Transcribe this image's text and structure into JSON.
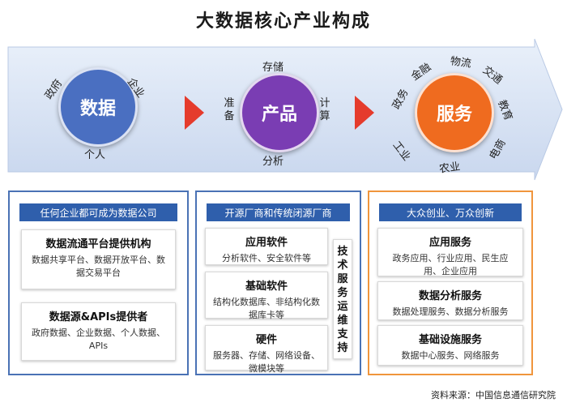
{
  "title": "大数据核心产业构成",
  "stages": [
    {
      "name": "数据",
      "color": "#4a6fc1",
      "top_labels": [
        "政府",
        "企业"
      ],
      "bottom_label": "个人"
    },
    {
      "name": "产品",
      "color": "#7a3db3",
      "top_label": "存储",
      "left_label": "准备",
      "right_label": "计算",
      "bottom_label": "分析"
    },
    {
      "name": "服务",
      "color": "#ef6b1f",
      "ring_labels": [
        "政务",
        "金融",
        "物流",
        "交通",
        "教育",
        "电商",
        "农业",
        "工业"
      ]
    }
  ],
  "panels": [
    {
      "header": "任何企业都可成为数据公司",
      "cards": [
        {
          "title": "数据流通平台提供机构",
          "text": "数据共享平台、数据开放平台、数据交易平台"
        },
        {
          "title": "数据源&APIs提供者",
          "text": "政府数据、企业数据、个人数据、APIs"
        }
      ]
    },
    {
      "header": "开源厂商和传统闭源厂商",
      "cards": [
        {
          "title": "应用软件",
          "text": "分析软件、安全软件等"
        },
        {
          "title": "基础软件",
          "text": "结构化数据库、非结构化数据库卡等"
        },
        {
          "title": "硬件",
          "text": "服务器、存储、网络设备、微模块等"
        }
      ],
      "side_column": "技术服务运维支持"
    },
    {
      "header": "大众创业、万众创新",
      "cards": [
        {
          "title": "应用服务",
          "text": "政务应用、行业应用、民生应用、企业应用"
        },
        {
          "title": "数据分析服务",
          "text": "数据处理服务、数据分析服务"
        },
        {
          "title": "基础设施服务",
          "text": "数据中心服务、网络服务"
        }
      ]
    }
  ],
  "source": "资料来源：中国信息通信研究院",
  "colors": {
    "band": "#cfdcf0",
    "chevron": "#e53b2c",
    "panel_blue": "#4a72b5",
    "panel_orange": "#f0953c",
    "header": "#2f5fac"
  }
}
